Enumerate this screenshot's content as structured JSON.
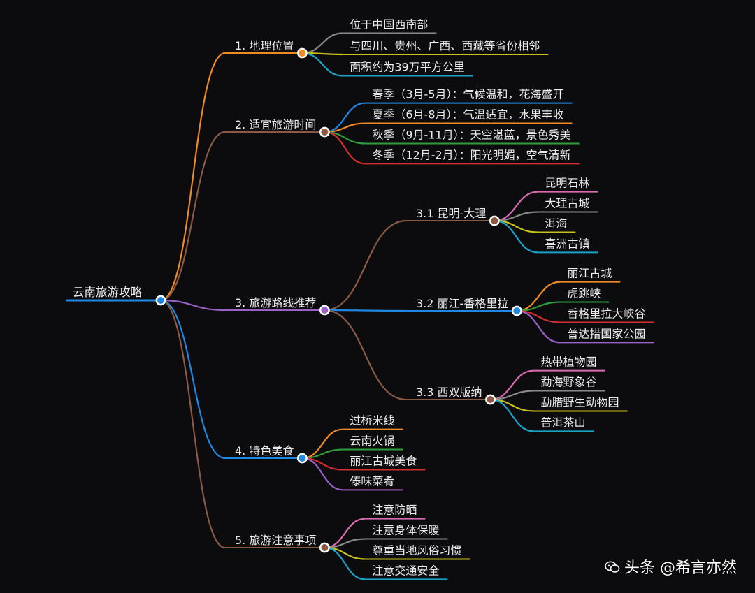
{
  "root": {
    "label": "云南旅游攻略",
    "color": "#1e88e5",
    "children": [
      {
        "label": "1. 地理位置",
        "color": "#f08a24",
        "children": [
          {
            "label": "位于中国西南部",
            "color": "#8a8a8a"
          },
          {
            "label": "与四川、贵州、广西、西藏等省份相邻",
            "color": "#c9c21a"
          },
          {
            "label": "面积约为39万平方公里",
            "color": "#1aa3c9"
          }
        ]
      },
      {
        "label": "2. 适宜旅游时间",
        "color": "#8a5a44",
        "children": [
          {
            "label": "春季（3月-5月）：气候温和，花海盛开",
            "color": "#1e88e5"
          },
          {
            "label": "夏季（6月-8月）：气温适宜，水果丰收",
            "color": "#f08a24"
          },
          {
            "label": "秋季（9月-11月）：天空湛蓝，景色秀美",
            "color": "#2e9e3e"
          },
          {
            "label": "冬季（12月-2月）：阳光明媚，空气清新",
            "color": "#d62e2e"
          }
        ]
      },
      {
        "label": "3. 旅游路线推荐",
        "color": "#9a62c8",
        "children": [
          {
            "label": "3.1 昆明-大理",
            "color": "#8a5a44",
            "children": [
              {
                "label": "昆明石林",
                "color": "#d96bb5"
              },
              {
                "label": "大理古城",
                "color": "#8a8a8a"
              },
              {
                "label": "洱海",
                "color": "#c9c21a"
              },
              {
                "label": "喜洲古镇",
                "color": "#1aa3c9"
              }
            ]
          },
          {
            "label": "3.2 丽江-香格里拉",
            "color": "#1e88e5",
            "children": [
              {
                "label": "丽江古城",
                "color": "#f08a24"
              },
              {
                "label": "虎跳峡",
                "color": "#2e9e3e"
              },
              {
                "label": "香格里拉大峡谷",
                "color": "#d62e2e"
              },
              {
                "label": "普达措国家公园",
                "color": "#9a62c8"
              }
            ]
          },
          {
            "label": "3.3 西双版纳",
            "color": "#8a5a44",
            "children": [
              {
                "label": "热带植物园",
                "color": "#d96bb5"
              },
              {
                "label": "勐海野象谷",
                "color": "#8a8a8a"
              },
              {
                "label": "勐腊野生动物园",
                "color": "#c9c21a"
              },
              {
                "label": "普洱茶山",
                "color": "#1aa3c9"
              }
            ]
          }
        ]
      },
      {
        "label": "4. 特色美食",
        "color": "#1e88e5",
        "children": [
          {
            "label": "过桥米线",
            "color": "#f08a24"
          },
          {
            "label": "云南火锅",
            "color": "#2e9e3e"
          },
          {
            "label": "丽江古城美食",
            "color": "#d62e2e"
          },
          {
            "label": "傣味菜肴",
            "color": "#9a62c8"
          }
        ]
      },
      {
        "label": "5. 旅游注意事项",
        "color": "#8a5a44",
        "children": [
          {
            "label": "注意防晒",
            "color": "#d96bb5"
          },
          {
            "label": "注意身体保暖",
            "color": "#8a8a8a"
          },
          {
            "label": "尊重当地风俗习惯",
            "color": "#c9c21a"
          },
          {
            "label": "注意交通安全",
            "color": "#1aa3c9"
          }
        ]
      }
    ]
  },
  "watermark": {
    "text": "头条 @希言亦然",
    "icon": "wechat-icon"
  }
}
